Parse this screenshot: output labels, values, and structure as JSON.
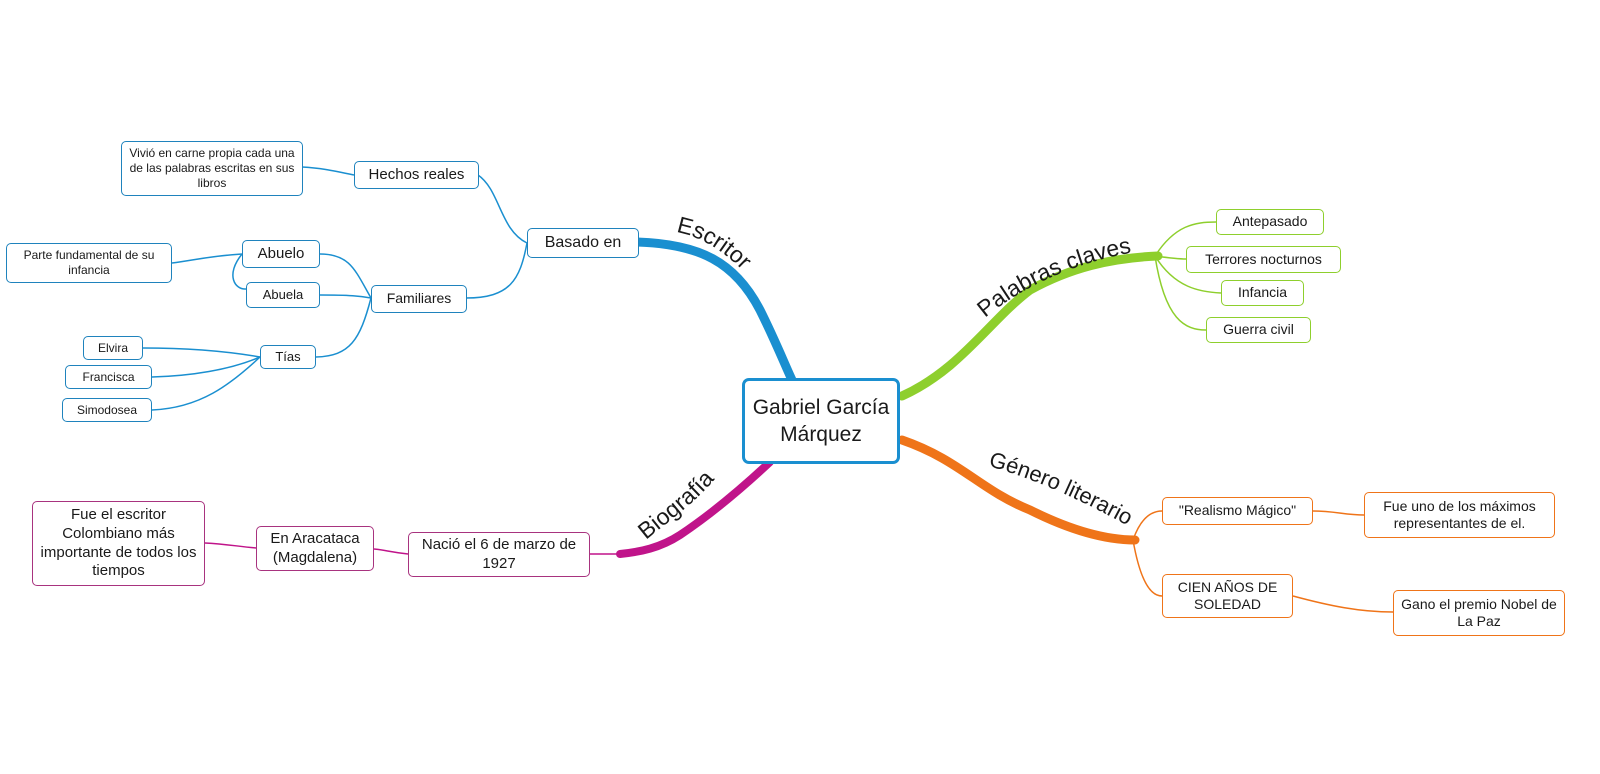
{
  "colors": {
    "escritor": "#1a8fd0",
    "palabras": "#8ecf2d",
    "genero": "#ef7419",
    "biografia": "#c0148a",
    "central_border": "#1a8fd0"
  },
  "central": {
    "text": "Gabriel García\nMárquez"
  },
  "branches": {
    "escritor": "Escritor",
    "palabras": "Palabras claves",
    "genero": "Género literario",
    "biografia": "Biografía"
  },
  "escritor": {
    "basado_en": "Basado en",
    "hechos_reales": "Hechos reales",
    "vivio": "Vivió  en carne propia cada una\nde las palabras escritas en sus\nlibros",
    "familiares": "Familiares",
    "abuelo": "Abuelo",
    "parte_fundamental": "Parte fundamental de su\ninfancia",
    "abuela": "Abuela",
    "tias": "Tías",
    "elvira": "Elvira",
    "francisca": "Francisca",
    "simodosea": "Simodosea"
  },
  "palabras": {
    "antepasado": "Antepasado",
    "terrores": "Terrores nocturnos",
    "infancia": "Infancia",
    "guerra": "Guerra civil"
  },
  "genero": {
    "realismo": "\"Realismo Mágico\"",
    "fue_uno": "Fue uno de los máximos\nrepresentantes de el.",
    "cien_anos": "CIEN AÑOS DE\nSOLEDAD",
    "nobel": "Gano el premio Nobel de\nLa Paz"
  },
  "biografia": {
    "nacio": "Nació el 6 de marzo de\n1927",
    "aracataca": "En Aracataca\n(Magdalena)",
    "fue_escritor": "Fue el escritor\nColombiano más\nimportante de todos los\ntiempos"
  }
}
